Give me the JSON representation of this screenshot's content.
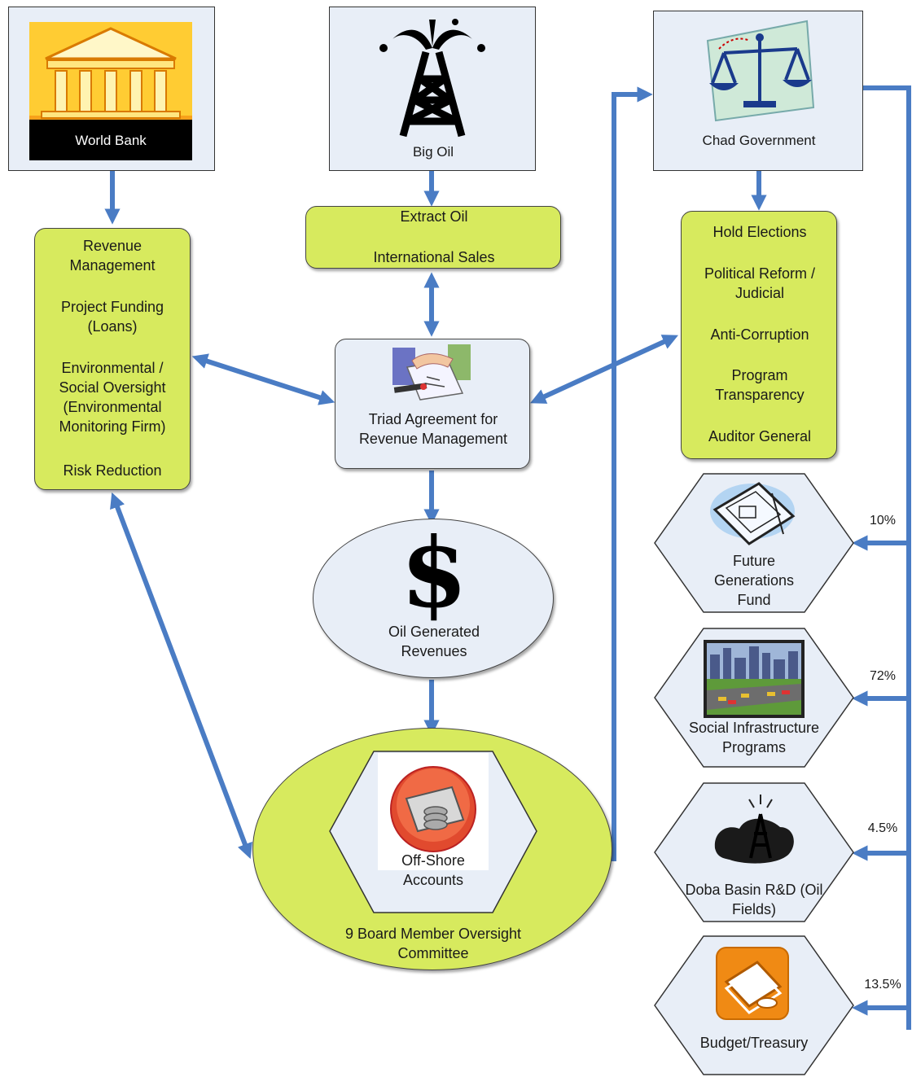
{
  "world_bank": {
    "label": "World Bank",
    "items": [
      "Revenue Management",
      "Project Funding (Loans)",
      "Environmental / Social Oversight (Environmental Monitoring Firm)",
      "Risk Reduction"
    ]
  },
  "big_oil": {
    "label": "Big Oil",
    "items": [
      "Extract Oil",
      "International Sales"
    ]
  },
  "chad_government": {
    "label": "Chad Government",
    "items": [
      "Hold Elections",
      "Political Reform / Judicial",
      "Anti-Corruption",
      "Program Transparency",
      "Auditor General"
    ]
  },
  "triad": {
    "label": "Triad Agreement for Revenue Management"
  },
  "revenues": {
    "label": "Oil Generated Revenues",
    "symbol": "$"
  },
  "offshore": {
    "label": "Off-Shore Accounts",
    "committee": "9 Board Member Oversight Committee"
  },
  "allocations": [
    {
      "label": "Future Generations Fund",
      "percent": "10%"
    },
    {
      "label": "Social Infrastructure Programs",
      "percent": "72%"
    },
    {
      "label": "Doba Basin R&D (Oil Fields)",
      "percent": "4.5%"
    },
    {
      "label": "Budget/Treasury",
      "percent": "13.5%"
    }
  ],
  "colors": {
    "arrow": "#4a7cc4",
    "green_box": "#d7ea5e",
    "blue_box": "#e8eef7"
  }
}
